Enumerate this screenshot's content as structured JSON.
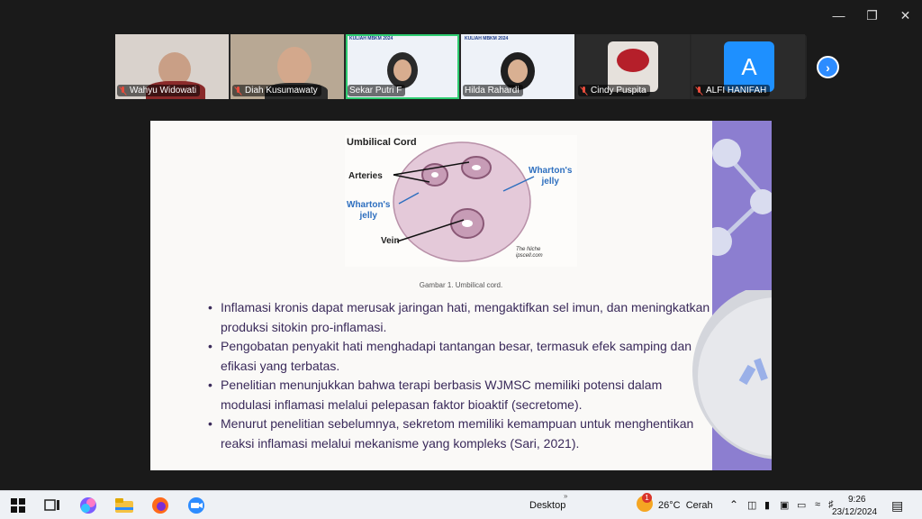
{
  "participants": [
    {
      "name": "Wahyu Widowati",
      "muted": true,
      "active": false
    },
    {
      "name": "Diah Kusumawaty",
      "muted": true,
      "active": false
    },
    {
      "name": "Sekar Putri F",
      "muted": false,
      "active": true
    },
    {
      "name": "Hilda Rahardi",
      "muted": false,
      "active": false
    },
    {
      "name": "Cindy Puspita",
      "muted": true,
      "active": false
    },
    {
      "name": "ALFI HANIFAH",
      "muted": true,
      "active": false,
      "avatar_letter": "A"
    }
  ],
  "slide_banner": "KULIAH MBKM 2024",
  "slide": {
    "figure": {
      "title": "Umbilical Cord",
      "labels": {
        "arteries": "Arteries",
        "whartons_left_1": "Wharton's",
        "whartons_left_2": "jelly",
        "whartons_right_1": "Wharton's",
        "whartons_right_2": "jelly",
        "vein": "Vein",
        "credit_1": "The Niche",
        "credit_2": "ipscell.com"
      }
    },
    "caption": "Gambar 1. Umbilical cord.",
    "bullets": [
      "Inflamasi kronis dapat merusak jaringan hati, mengaktifkan sel imun, dan meningkatkan produksi sitokin pro-inflamasi.",
      "Pengobatan penyakit hati menghadapi tantangan besar, termasuk efek samping dan efikasi yang terbatas.",
      "Penelitian menunjukkan bahwa terapi berbasis WJMSC memiliki potensi dalam modulasi inflamasi melalui pelepasan faktor bioaktif (secretome).",
      "Menurut penelitian sebelumnya, sekretom memiliki kemampuan untuk menghentikan reaksi inflamasi melalui mekanisme yang kompleks (Sari, 2021)."
    ]
  },
  "taskbar": {
    "desktop_label": "Desktop",
    "weather_badge": "1",
    "weather": "26°C  Cerah",
    "time": "9:26",
    "date": "23/12/2024",
    "apps": [
      "windows-start-icon",
      "task-view-icon",
      "copilot-icon",
      "file-explorer-icon",
      "firefox-icon",
      "zoom-icon"
    ]
  },
  "colors": {
    "accent_purple": "#8c7ed0",
    "active_speaker": "#2ecc71",
    "zoom_blue": "#2d8cff",
    "mute_red": "#e74c3c"
  }
}
